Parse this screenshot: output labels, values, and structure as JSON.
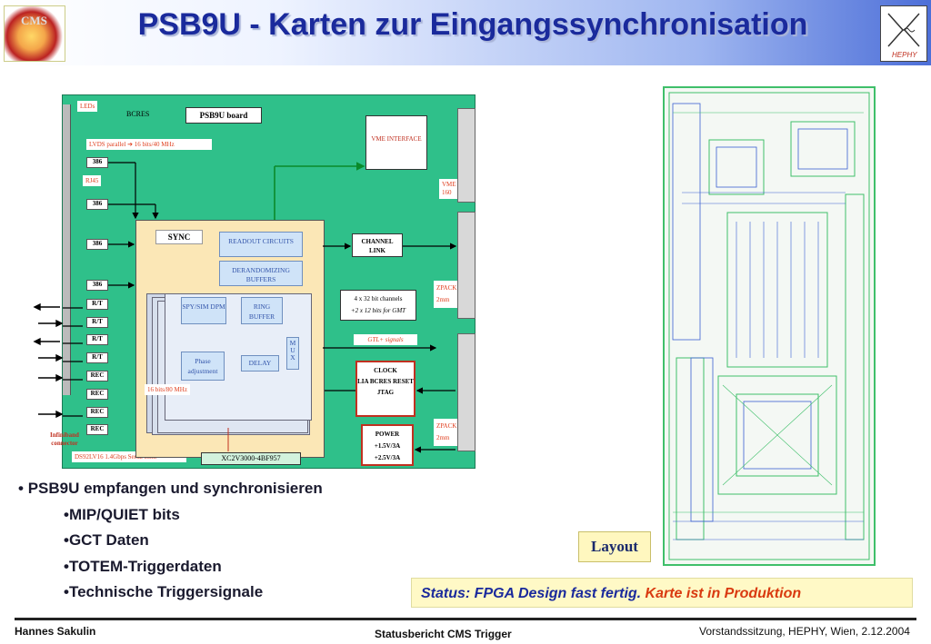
{
  "slide": {
    "title": "PSB9U - Karten zur Eingangssynchronisation"
  },
  "diagram": {
    "board_title": "PSB9U board",
    "leds": "LEDs",
    "bcres": "BCRES",
    "lvds": "LVDS parallel ➔ 16 bits/40 MHz",
    "rj45": "RJ45",
    "chip386": "386",
    "rt": "R/T",
    "rec": "REC",
    "infiniband": "Infiniband connector",
    "ds92": "DS92LV16 1.4Gbps Serial Link",
    "fpga_part": "XC2V3000-4BF957",
    "sync": "SYNC",
    "readout": "READOUT CIRCUITS",
    "derand": "DERANDOMIZING BUFFERS",
    "spy": "SPY/SIM DPM",
    "ring": "RING BUFFER",
    "mux": "M U X",
    "phase": "Phase adjustment",
    "delay": "DELAY",
    "bits80": "16 bits/80 MHz",
    "vme_interface": "VME INTERFACE",
    "vme160": "VME 160",
    "channel_link": "CHANNEL LINK",
    "channels_line1": "4 x 32 bit channels",
    "channels_line2": "+2 x 12 bits for GMT",
    "zpack": "ZPACK",
    "zpack_mm": "2mm",
    "gtl": "GTL+ signals",
    "clock_line1": "CLOCK",
    "clock_line2": "LIA BCRES RESET",
    "clock_line3": "JTAG",
    "power_line1": "POWER",
    "power_line2": "+1.5V/3A",
    "power_line3": "+2.5V/3A"
  },
  "bullets": {
    "main": "PSB9U empfangen und synchronisieren",
    "items": [
      "•MIP/QUIET bits",
      "•GCT Daten",
      "•TOTEM-Triggerdaten",
      "•Technische Triggersignale"
    ]
  },
  "layout_label": "Layout",
  "status": {
    "part1": "Status: FPGA Design fast fertig. ",
    "part2": "Karte ist in Produktion",
    "color1": "#1a2a9c",
    "color2": "#d93a10"
  },
  "footer": {
    "left": "Hannes Sakulin",
    "center": "Statusbericht CMS Trigger",
    "right": "Vorstandssitzung, HEPHY, Wien, 2.12.2004"
  },
  "colors": {
    "board": "#2fc08a",
    "title": "#1a2a9c",
    "pcb_green": "#3fbf6a",
    "pcb_blue": "#3a5fd0"
  }
}
